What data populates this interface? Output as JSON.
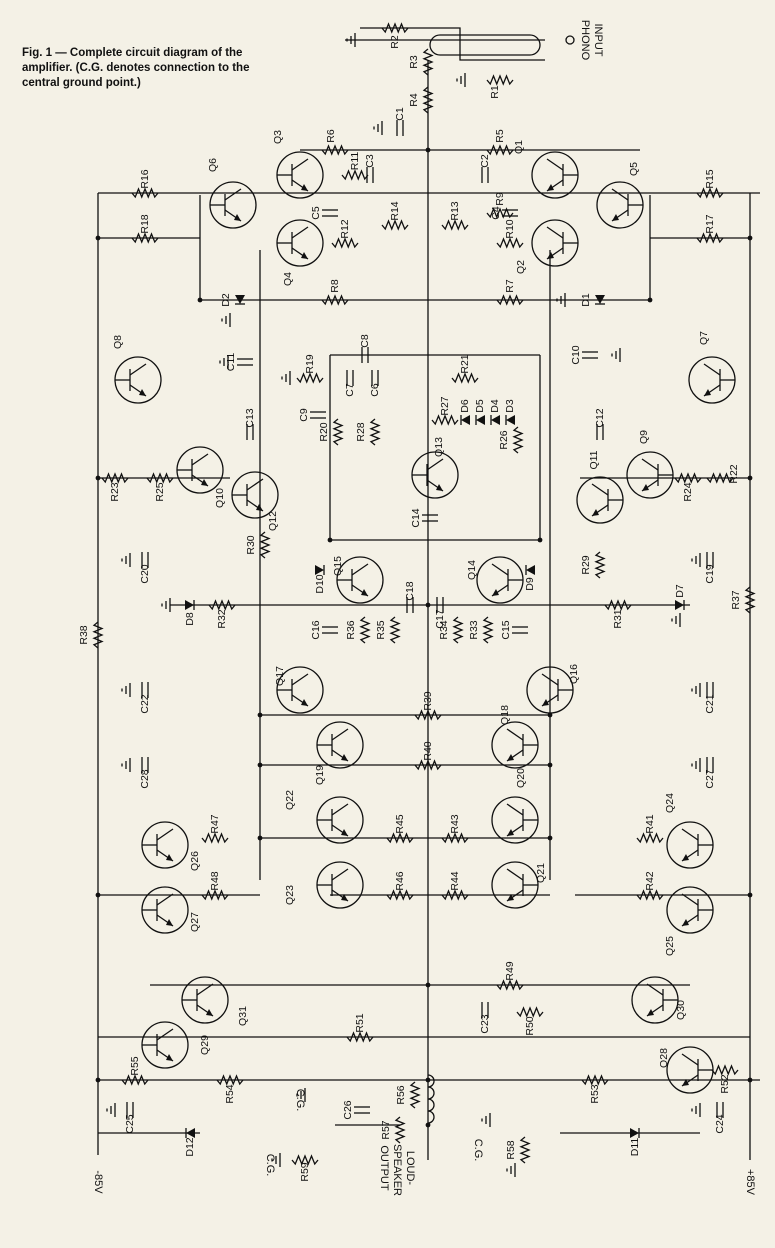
{
  "caption": "Fig. 1 — Complete circuit diagram of the amplifier. (C.G. denotes connection to the central ground point.)",
  "terminals": {
    "phono_input": "PHONO INPUT",
    "loudspeaker_output": "LOUD-SPEAKER OUTPUT",
    "neg_supply": "-85V",
    "pos_supply": "+85V",
    "central_ground": "C.G."
  },
  "transistors": [
    "Q1",
    "Q2",
    "Q3",
    "Q4",
    "Q5",
    "Q6",
    "Q7",
    "Q8",
    "Q9",
    "Q10",
    "Q11",
    "Q12",
    "Q13",
    "Q14",
    "Q15",
    "Q16",
    "Q17",
    "Q18",
    "Q19",
    "Q20",
    "Q21",
    "Q22",
    "Q23",
    "Q24",
    "Q25",
    "Q26",
    "Q27",
    "Q28",
    "Q29",
    "Q30",
    "Q31"
  ],
  "resistors": [
    "R1",
    "R2",
    "R3",
    "R4",
    "R5",
    "R6",
    "R7",
    "R8",
    "R9",
    "R10",
    "R11",
    "R12",
    "R13",
    "R14",
    "R15",
    "R16",
    "R17",
    "R18",
    "R19",
    "R20",
    "R21",
    "R22",
    "R23",
    "R24",
    "R25",
    "R26",
    "R27",
    "R28",
    "R29",
    "R30",
    "R31",
    "R32",
    "R33",
    "R34",
    "R35",
    "R36",
    "R37",
    "R38",
    "R39",
    "R40",
    "R41",
    "R42",
    "R43",
    "R44",
    "R45",
    "R46",
    "R47",
    "R48",
    "R49",
    "R50",
    "R51",
    "R52",
    "R53",
    "R54",
    "R55",
    "R56",
    "R57",
    "R58",
    "R59"
  ],
  "capacitors": [
    "C1",
    "C2",
    "C3",
    "C4",
    "C5",
    "C6",
    "C7",
    "C8",
    "C9",
    "C10",
    "C11",
    "C12",
    "C13",
    "C14",
    "C15",
    "C16",
    "C17",
    "C18",
    "C19",
    "C20",
    "C21",
    "C22",
    "C23",
    "C24",
    "C25",
    "C26",
    "C27",
    "C28"
  ],
  "diodes": [
    "D1",
    "D2",
    "D3",
    "D4",
    "D5",
    "D6",
    "D7",
    "D8",
    "D9",
    "D10",
    "D11",
    "D12"
  ]
}
